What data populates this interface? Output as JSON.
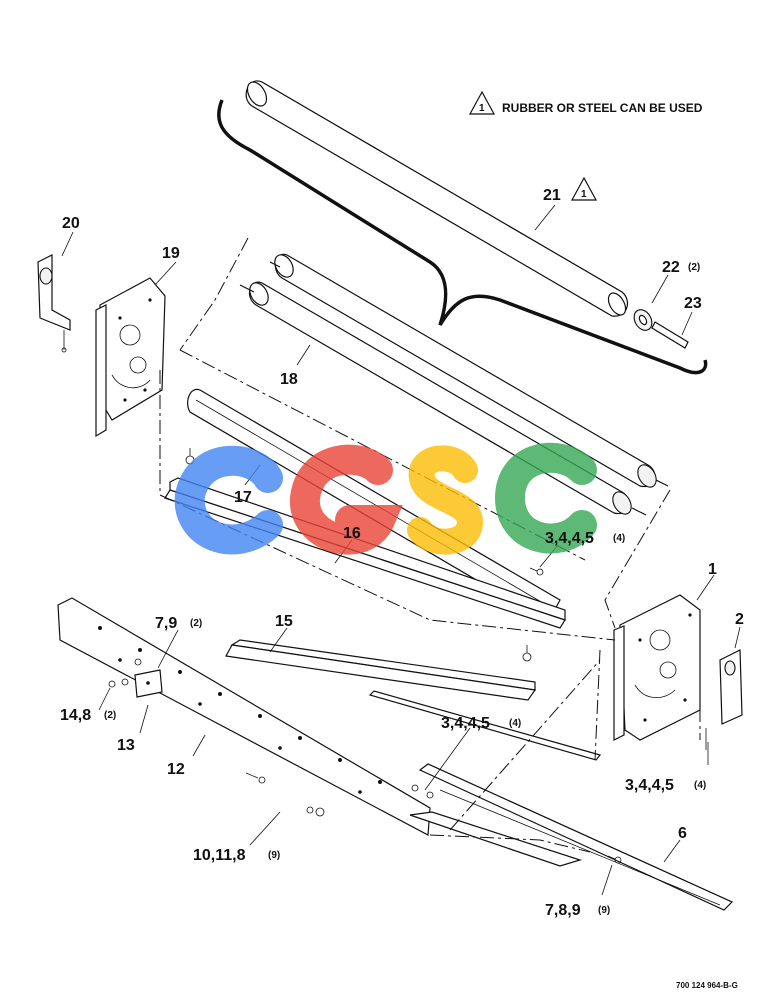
{
  "note": {
    "marker": "1",
    "text": "RUBBER OR STEEL CAN BE USED"
  },
  "callouts": {
    "c1": {
      "label": "1",
      "qty": ""
    },
    "c2": {
      "label": "2",
      "qty": ""
    },
    "c3a": {
      "label": "3,4,4,5",
      "qty": "(4)"
    },
    "c3b": {
      "label": "3,4,4,5",
      "qty": "(4)"
    },
    "c3c": {
      "label": "3,4,4,5",
      "qty": "(4)"
    },
    "c6": {
      "label": "6",
      "qty": ""
    },
    "c7a": {
      "label": "7,8,9",
      "qty": "(9)"
    },
    "c7b": {
      "label": "7,9",
      "qty": "(2)"
    },
    "c10": {
      "label": "10,11,8",
      "qty": "(9)"
    },
    "c12": {
      "label": "12",
      "qty": ""
    },
    "c13": {
      "label": "13",
      "qty": ""
    },
    "c14": {
      "label": "14,8",
      "qty": "(2)"
    },
    "c15": {
      "label": "15",
      "qty": ""
    },
    "c16": {
      "label": "16",
      "qty": ""
    },
    "c17": {
      "label": "17",
      "qty": ""
    },
    "c18": {
      "label": "18",
      "qty": ""
    },
    "c19": {
      "label": "19",
      "qty": ""
    },
    "c20": {
      "label": "20",
      "qty": ""
    },
    "c21": {
      "label": "21",
      "qty": "",
      "marker": "1"
    },
    "c22": {
      "label": "22",
      "qty": "(2)"
    },
    "c23": {
      "label": "23",
      "qty": ""
    }
  },
  "drawing_code": "700 124 964-B-G",
  "watermark": {
    "letters": [
      "C",
      "G",
      "S",
      "C"
    ],
    "colors": [
      "#4285F4",
      "#EA4335",
      "#FBBC05",
      "#34A853"
    ]
  },
  "colors": {
    "ink": "#111111",
    "paper": "#ffffff"
  }
}
